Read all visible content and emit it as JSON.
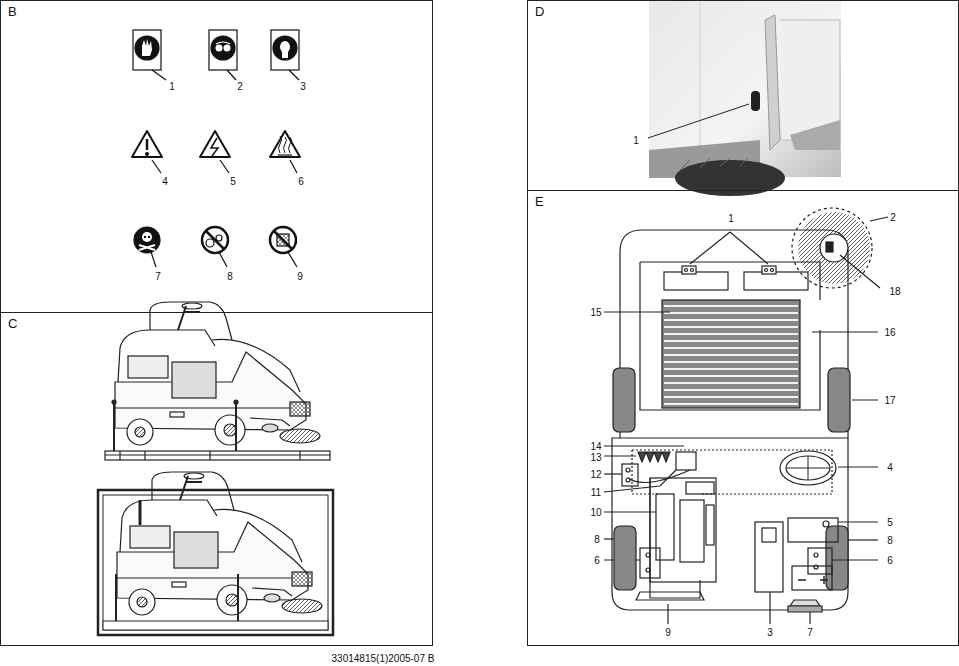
{
  "diagram": {
    "nodes": [
      {
        "text": [
          "B"
        ]
      },
      {
        "text": [
          "C"
        ]
      },
      {
        "text": [
          "D"
        ]
      },
      {
        "text": [
          "E"
        ]
      }
    ],
    "labels": [
      "1",
      "2",
      "3",
      "4",
      "5",
      "6",
      "7",
      "8",
      "9",
      "1",
      "1",
      "2",
      "18",
      "15",
      "16",
      "17",
      "14",
      "13",
      "12",
      "11",
      "10",
      "4",
      "5",
      "8",
      "8",
      "6",
      "6",
      "9",
      "3",
      "7",
      "33014815(1)2005-07 B"
    ]
  }
}
